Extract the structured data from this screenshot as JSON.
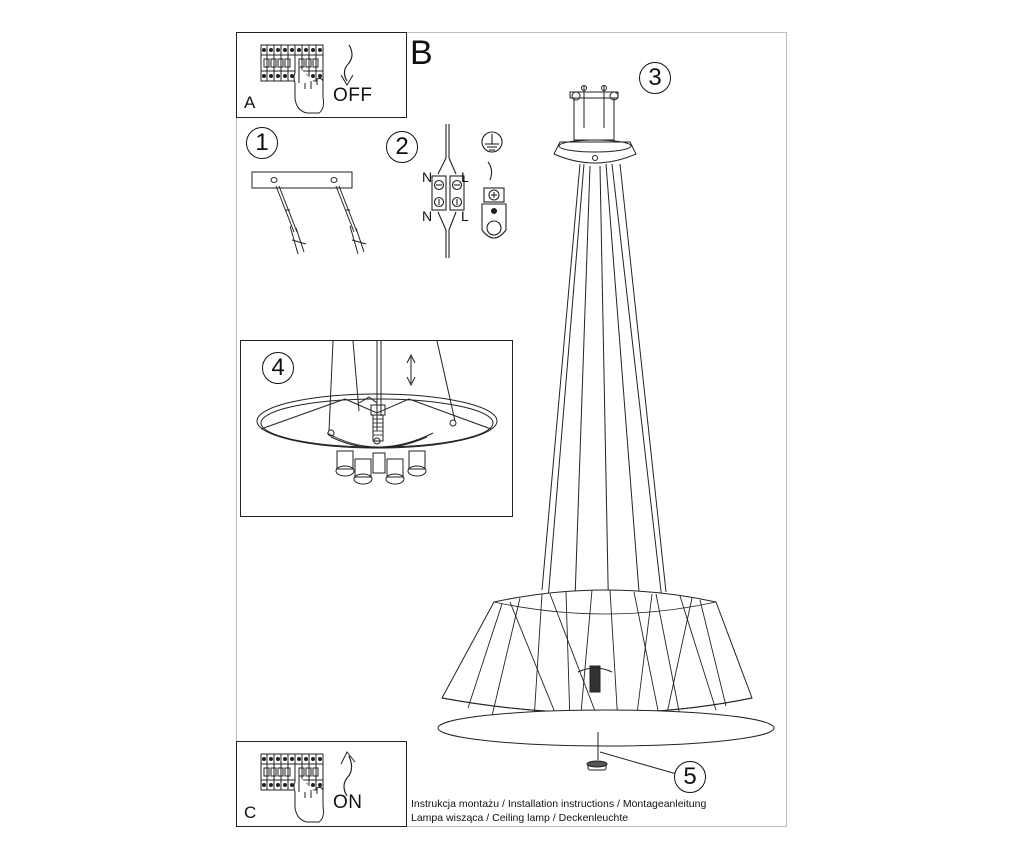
{
  "panels": {
    "a": {
      "letter": "A",
      "switch_label": "OFF"
    },
    "b": {
      "letter": "B"
    },
    "c": {
      "letter": "C",
      "switch_label": "ON"
    }
  },
  "steps": [
    "1",
    "2",
    "3",
    "4",
    "5"
  ],
  "wiring": {
    "left_top": "N",
    "right_top": "L",
    "left_bottom": "N",
    "right_bottom": "L"
  },
  "caption": {
    "line1": "Instrukcja montażu / Installation instructions / Montageanleitung",
    "line2": "Lampa wisząca / Ceiling lamp / Deckenleuchte"
  }
}
